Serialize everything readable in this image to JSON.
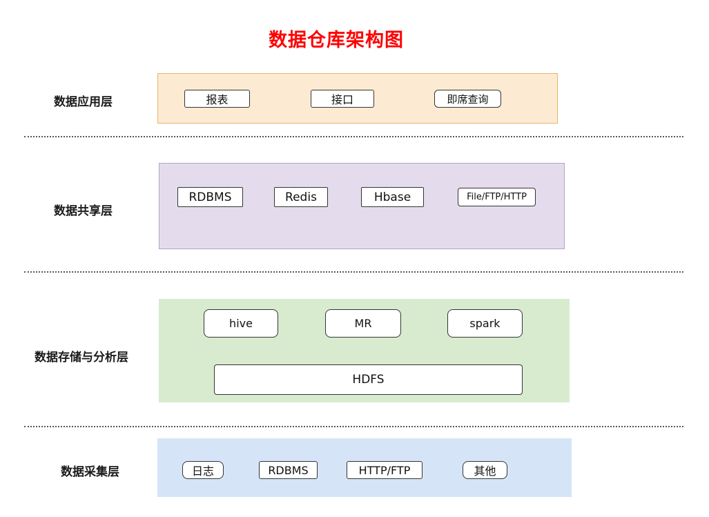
{
  "title": "数据仓库架构图",
  "layers": [
    {
      "label": "数据应用层",
      "items": [
        "报表",
        "接口",
        "即席查询"
      ]
    },
    {
      "label": "数据共享层",
      "items": [
        "RDBMS",
        "Redis",
        "Hbase",
        "File/FTP/HTTP"
      ]
    },
    {
      "label": "数据存储与分析层",
      "items": [
        "hive",
        "MR",
        "spark"
      ],
      "base": "HDFS"
    },
    {
      "label": "数据采集层",
      "items": [
        "日志",
        "RDBMS",
        "HTTP/FTP",
        "其他"
      ]
    }
  ],
  "colors": {
    "title": "#fe0000",
    "application_bg": "#fcebd2",
    "application_border": "#e8b468",
    "sharing_bg": "#e4dcec",
    "sharing_border": "#b3a5c4",
    "storage_bg": "#d8ebce",
    "collection_bg": "#d5e5f7",
    "node_border": "#333333"
  }
}
